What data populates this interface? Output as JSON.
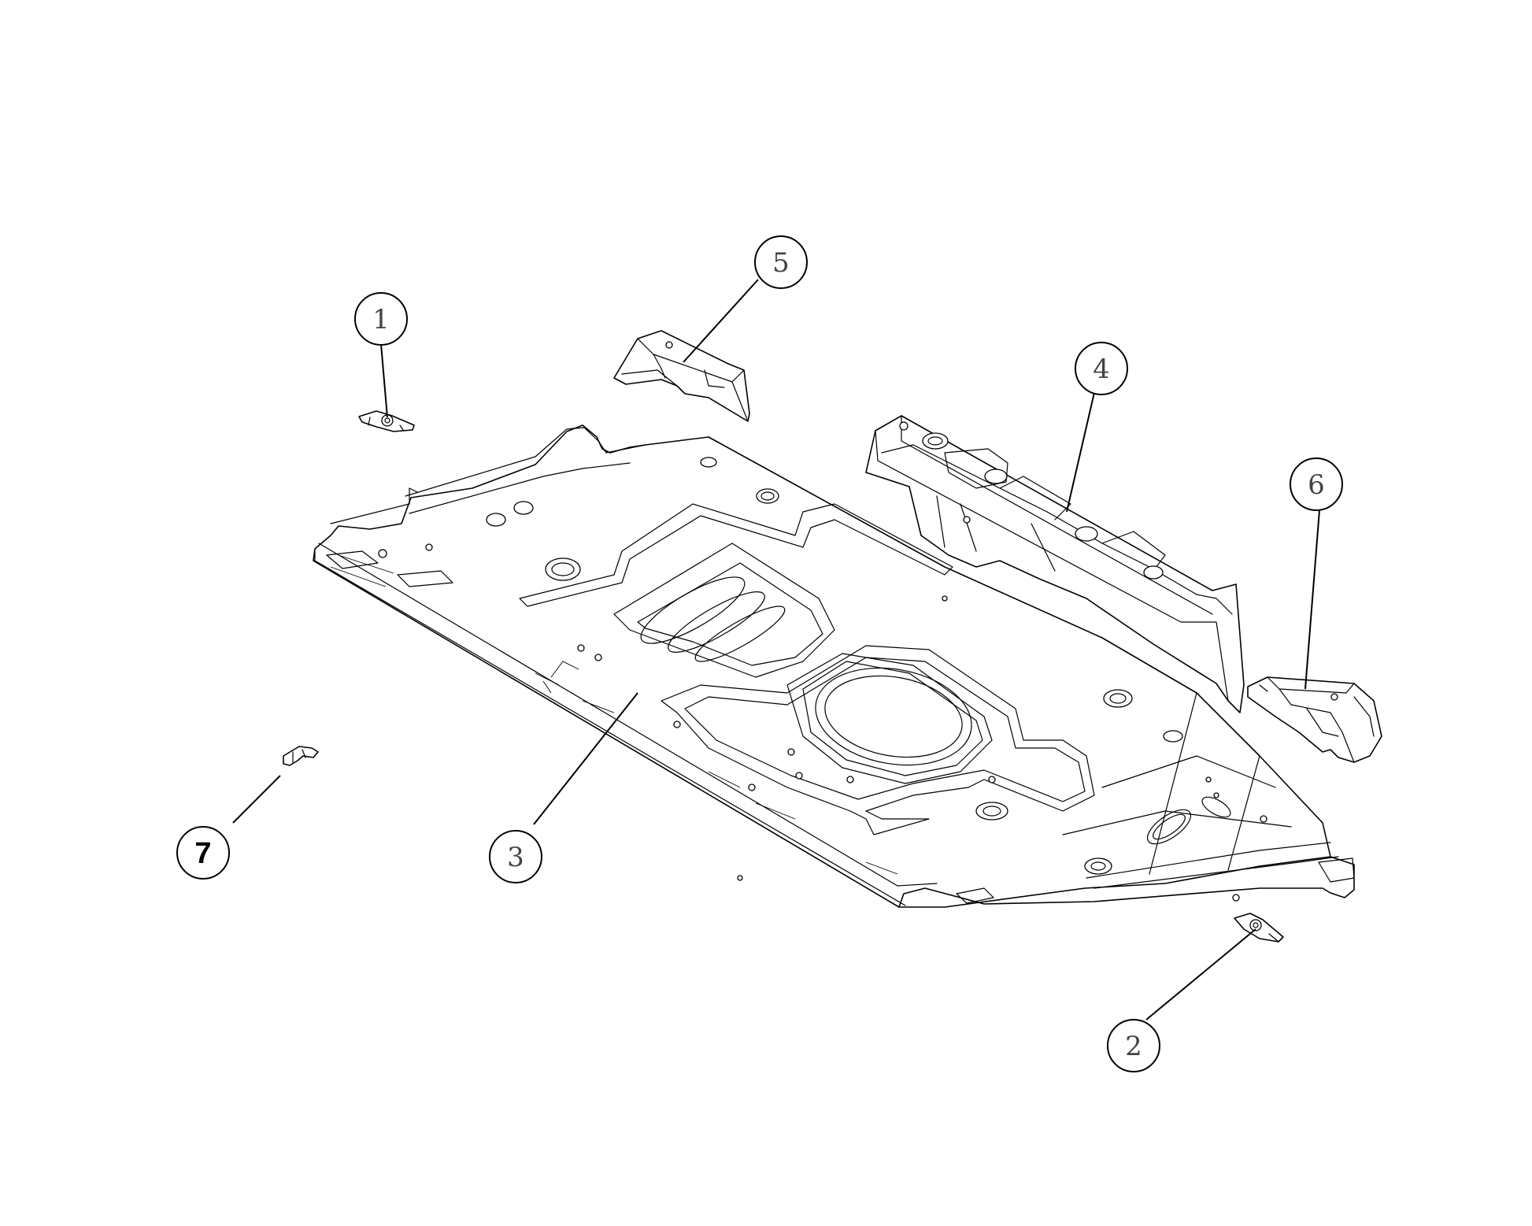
{
  "callouts": [
    {
      "id": "1",
      "label": "1"
    },
    {
      "id": "2",
      "label": "2"
    },
    {
      "id": "3",
      "label": "3"
    },
    {
      "id": "4",
      "label": "4"
    },
    {
      "id": "5",
      "label": "5"
    },
    {
      "id": "6",
      "label": "6"
    },
    {
      "id": "7",
      "label": "7"
    }
  ],
  "colors": {
    "line": "#000000",
    "background": "#ffffff",
    "label": "#444444"
  }
}
